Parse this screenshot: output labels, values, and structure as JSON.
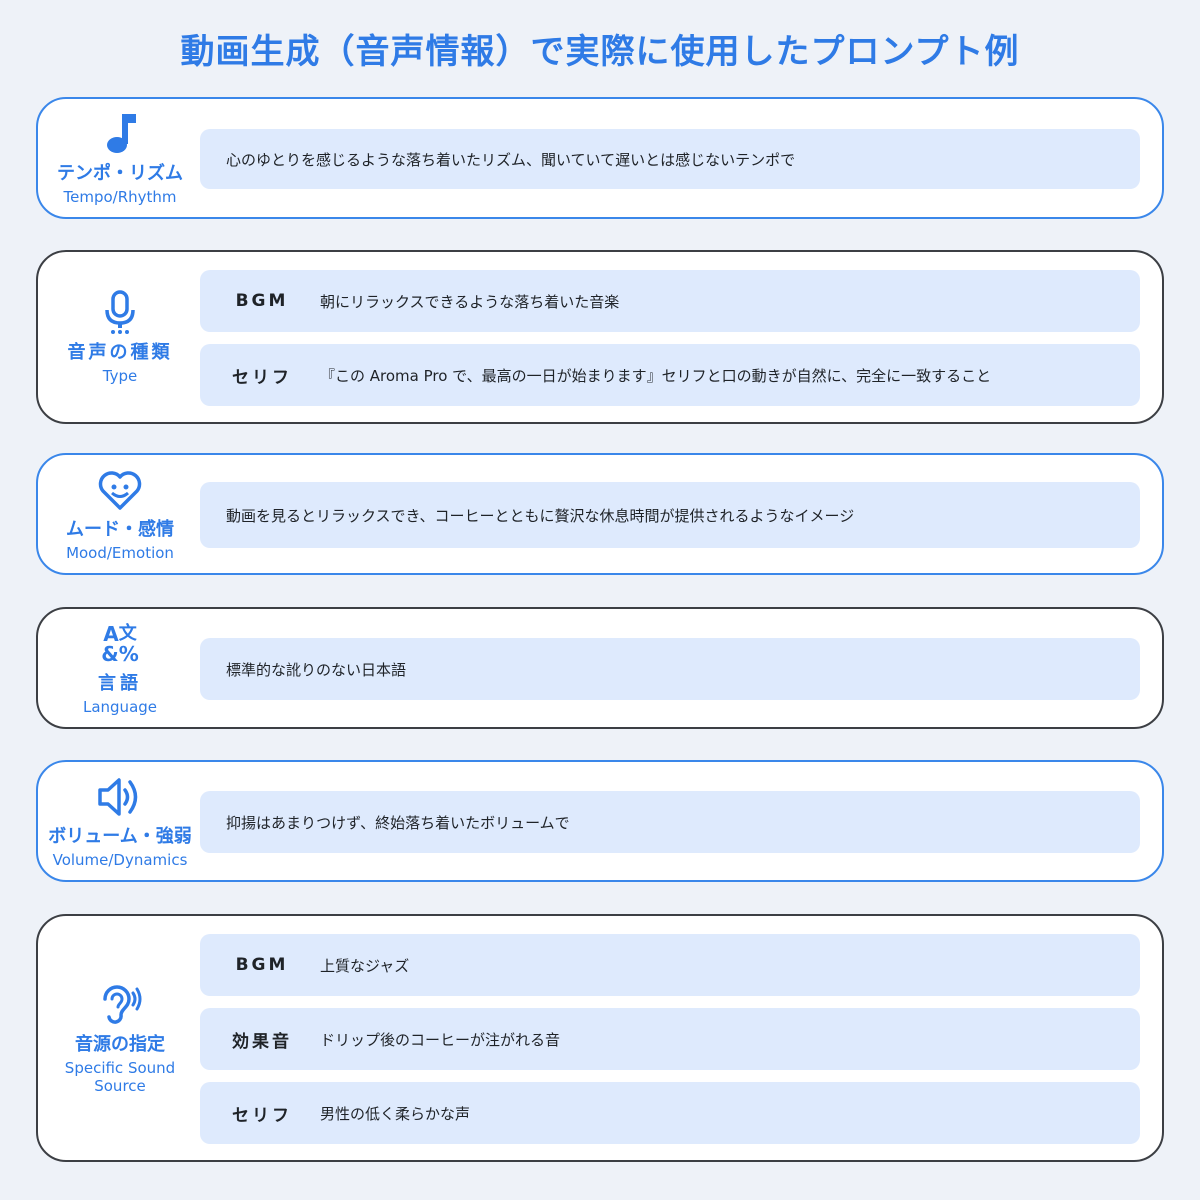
{
  "page": {
    "title": "動画生成（音声情報）で実際に使用したプロンプト例"
  },
  "colors": {
    "accent": "#2f7be6",
    "box_bg": "#deeafd",
    "dark_border": "#3c3f44",
    "page_bg": "#eef2f8"
  },
  "sections": [
    {
      "icon": "music-note-icon",
      "label_jp": "テンポ・リズム",
      "label_en": "Tempo/Rhythm",
      "rows": [
        {
          "key": "",
          "text": "心のゆとりを感じるような落ち着いたリズム、聞いていて遅いとは感じないテンポで"
        }
      ]
    },
    {
      "icon": "microphone-icon",
      "label_jp": "音声の種類",
      "label_en": "Type",
      "rows": [
        {
          "key": "BGM",
          "text": "朝にリラックスできるような落ち着いた音楽"
        },
        {
          "key": "セリフ",
          "text": "『この Aroma Pro で、最高の一日が始まります』セリフと口の動きが自然に、完全に一致すること"
        }
      ]
    },
    {
      "icon": "smiling-heart-icon",
      "label_jp": "ムード・感情",
      "label_en": "Mood/Emotion",
      "rows": [
        {
          "key": "",
          "text": "動画を見るとリラックスでき、コーヒーとともに贅沢な休息時間が提供されるようなイメージ"
        }
      ]
    },
    {
      "icon": "translate-icon",
      "icon_glyph_a": "A",
      "icon_glyph_b": "文",
      "icon_glyph_c": "&",
      "icon_glyph_d": "%",
      "label_jp": "言語",
      "label_en": "Language",
      "rows": [
        {
          "key": "",
          "text": "標準的な訛りのない日本語"
        }
      ]
    },
    {
      "icon": "speaker-volume-icon",
      "label_jp": "ボリューム・強弱",
      "label_en": "Volume/Dynamics",
      "rows": [
        {
          "key": "",
          "text": "抑揚はあまりつけず、終始落ち着いたボリュームで"
        }
      ]
    },
    {
      "icon": "hearing-ear-icon",
      "label_jp": "音源の指定",
      "label_en": "Specific Sound Source",
      "rows": [
        {
          "key": "BGM",
          "text": "上質なジャズ"
        },
        {
          "key": "効果音",
          "text": "ドリップ後のコーヒーが注がれる音"
        },
        {
          "key": "セリフ",
          "text": "男性の低く柔らかな声"
        }
      ]
    }
  ]
}
